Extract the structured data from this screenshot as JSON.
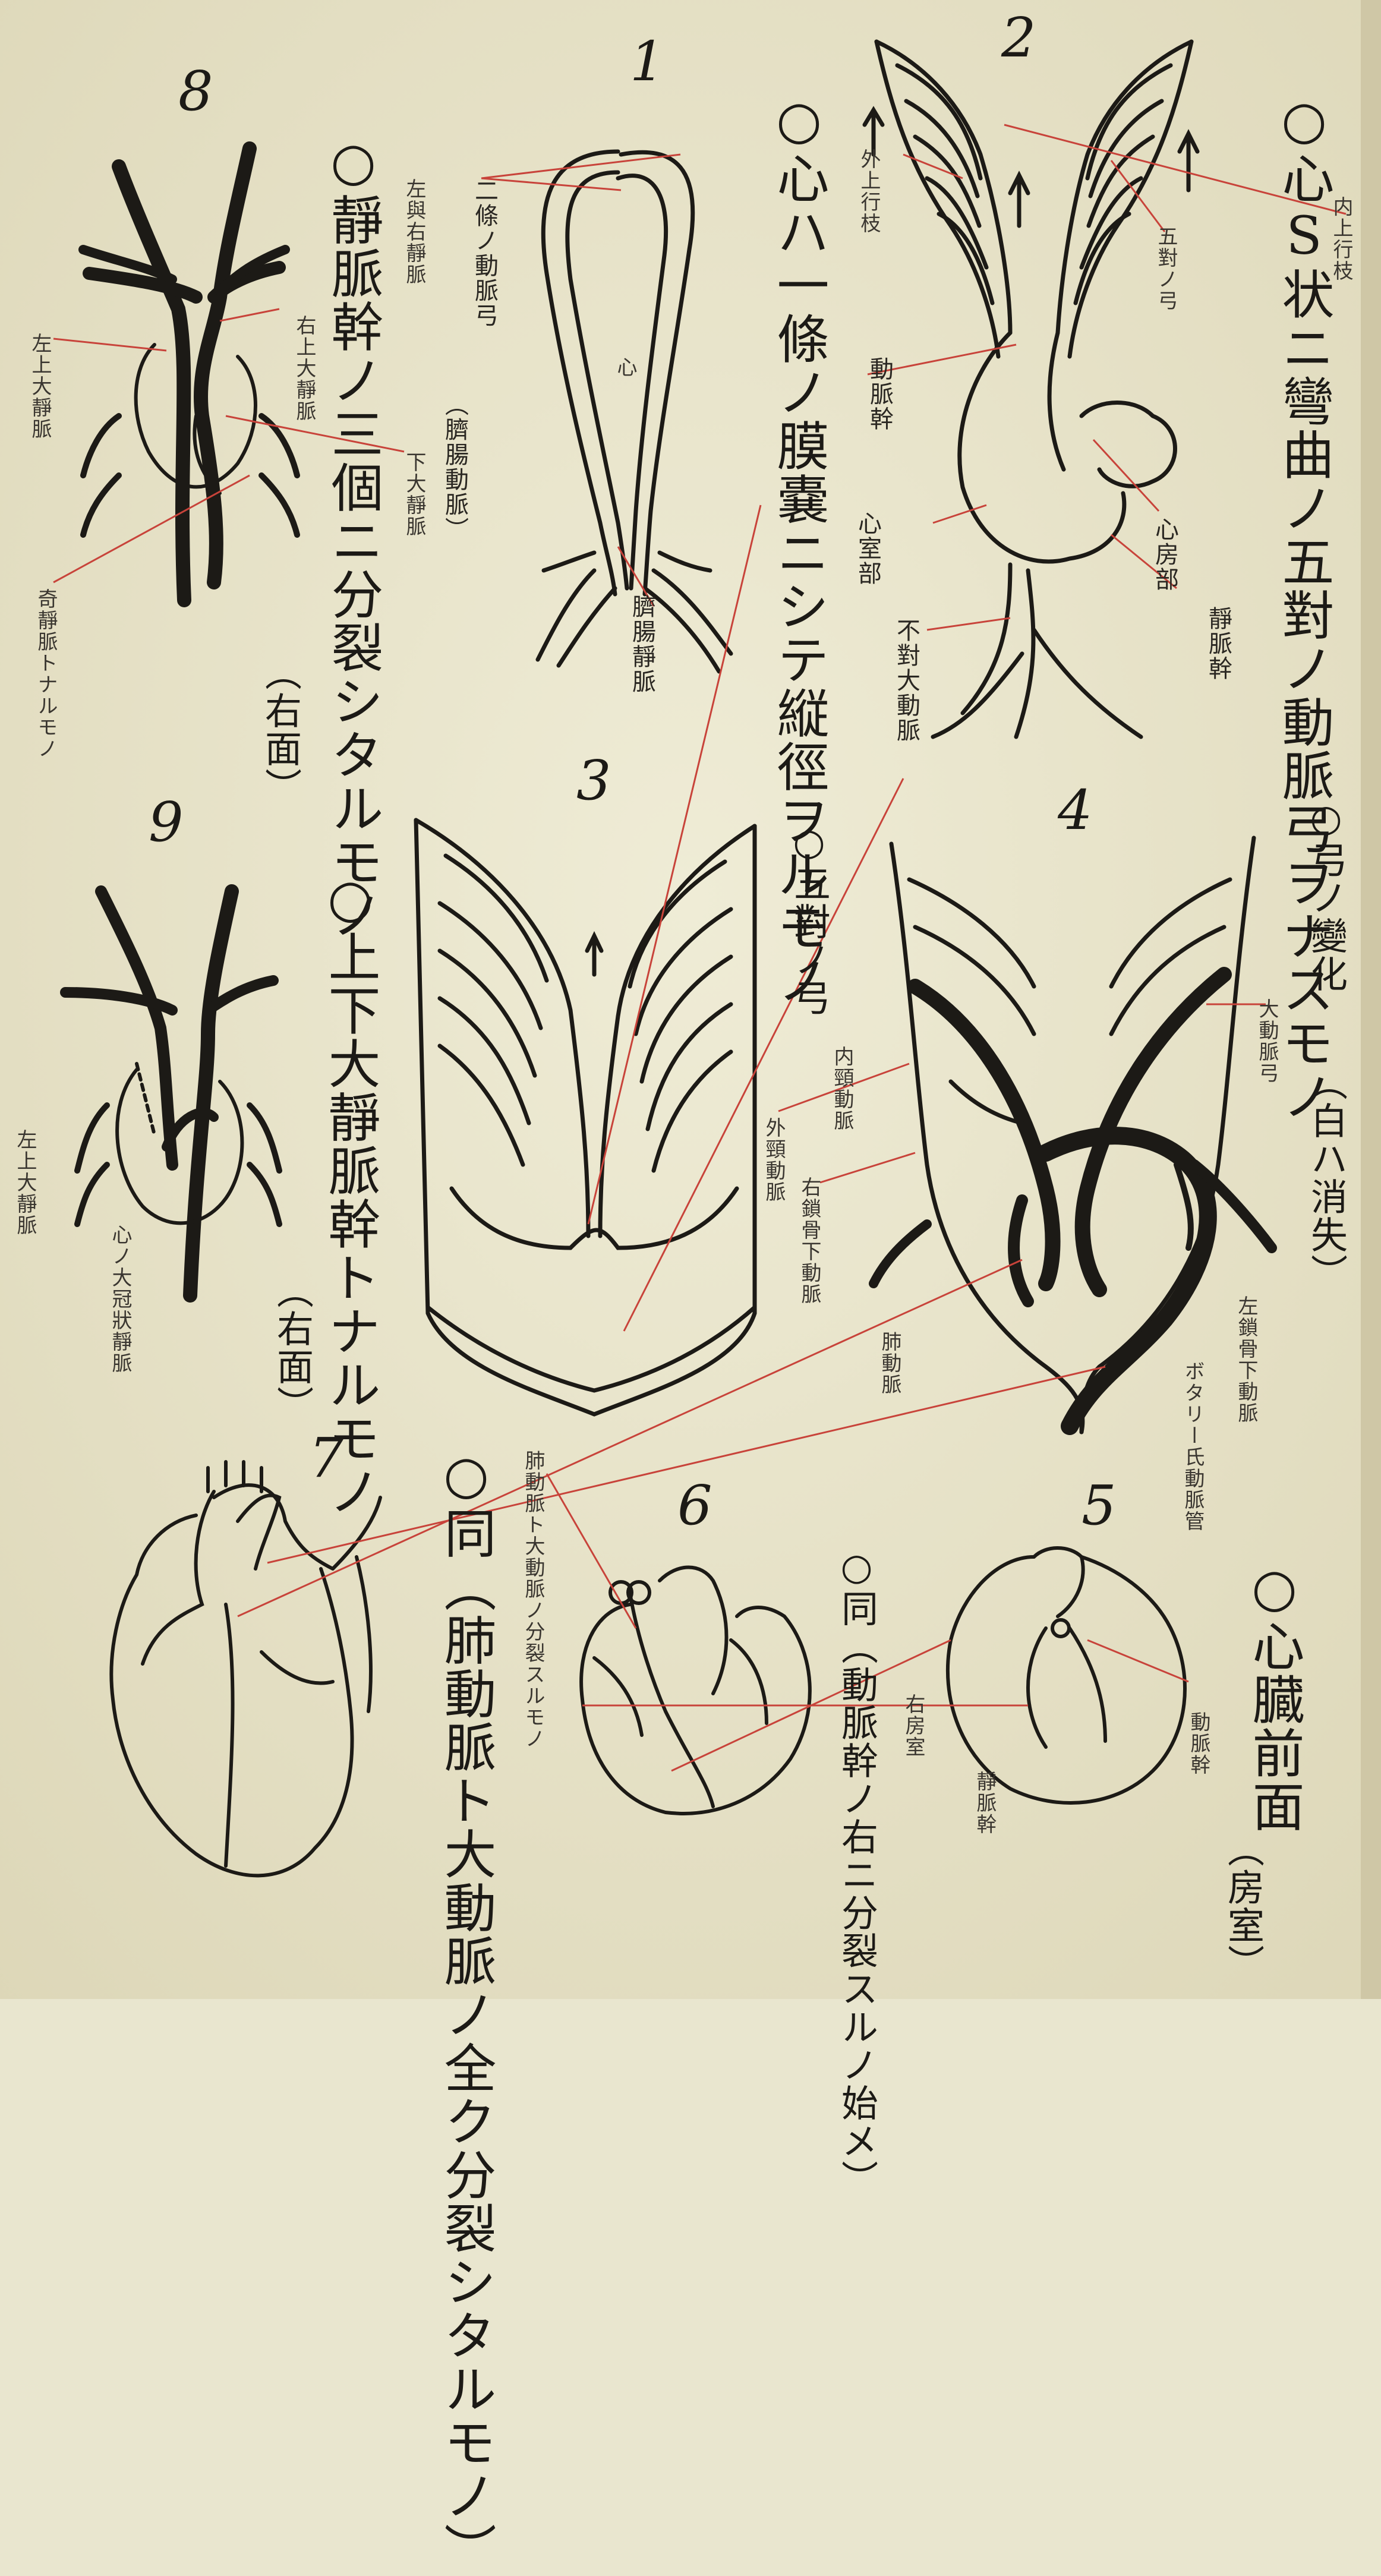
{
  "figure_numbers": {
    "f1": "1",
    "f2": "2",
    "f3": "3",
    "f4": "4",
    "f5": "5",
    "f6": "6",
    "f7": "7",
    "f8": "8",
    "f9": "9"
  },
  "captions": {
    "fig2_title": "○心S状ニ彎曲ノ五對ノ動脈弓ヲナスモノ",
    "fig1_title": "○心ハ一條ノ膜嚢ニシテ縦徑ヲルモノ",
    "fig8_title": "○靜脈幹ノ三個ニ分裂シタルモノ",
    "fig8_note": "（右面）",
    "fig9_title": "○上下大靜脈幹トナルモノ",
    "fig9_note": "（右面）",
    "fig3_title": "○五對ノ弓",
    "fig4_title": "○弓ノ變化",
    "fig4_note": "（白ハ消失）",
    "fig7_title": "○同（肺動脈ト大動脈ノ全ク分裂シタルモノ）",
    "fig6_title": "○同（動脈幹ノ右ニ分裂スルノ始メ）",
    "fig5_title": "○心臓前面",
    "fig5_note": "（房室）"
  },
  "labels": {
    "fig1_heart": "心",
    "fig1_arches": "二條ノ動脈弓",
    "fig1_vitelline": "（臍腸動脈）",
    "fig1_veins": "臍腸靜脈",
    "fig2_outer_branch": "外上行枝",
    "fig2_inner_branch": "内上行枝",
    "fig2_five_arches": "五對ノ弓",
    "fig2_trunk": "動脈幹",
    "fig2_ventricle": "心室部",
    "fig2_atrium": "心房部",
    "fig2_venous_trunk": "靜脈幹",
    "fig2_unpaired_aorta": "不對大動脈",
    "fig8_left_right": "左與右靜脈",
    "fig8_right_sup_vc": "右上大靜脈",
    "fig8_inf_vc": "下大靜脈",
    "fig8_left_sup_vc": "左上大靜脈",
    "fig8_azygos": "奇靜脈トナルモノ",
    "fig9_left_sup_vc": "左上大靜脈",
    "fig9_coronary": "心ノ大冠狀靜脈",
    "fig4_inner_carotid": "内頸動脈",
    "fig4_outer_carotid": "外頸動脈",
    "fig4_right_subclavian": "右鎖骨下動脈",
    "fig4_pulmonary": "肺動脈",
    "fig4_aortic_arch": "大動脈弓",
    "fig4_left_subclavian": "左鎖骨下動脈",
    "fig4_botalli": "ボタリー氏動脈管",
    "fig7_label": "肺動脈ト大動脈ノ分裂スルモノ",
    "fig6_right_atrium": "右房室",
    "fig6_venous": "靜脈幹",
    "fig5_arterial": "動脈幹"
  }
}
